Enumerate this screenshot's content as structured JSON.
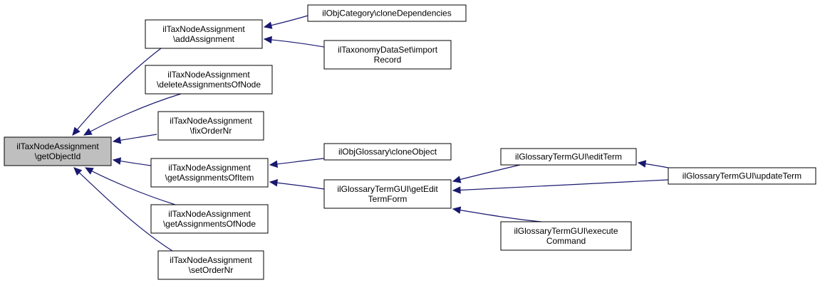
{
  "diagram": {
    "edge_color": "#191970",
    "focus_fill": "#bfbfbf",
    "nodes": [
      {
        "id": "getObjectId",
        "focus": true,
        "lines": [
          "ilTaxNodeAssignment",
          "\\getObjectId"
        ]
      },
      {
        "id": "addAssignment",
        "focus": false,
        "lines": [
          "ilTaxNodeAssignment",
          "\\addAssignment"
        ]
      },
      {
        "id": "deleteAssignmentsOfNode",
        "focus": false,
        "lines": [
          "ilTaxNodeAssignment",
          "\\deleteAssignmentsOfNode"
        ]
      },
      {
        "id": "fixOrderNr",
        "focus": false,
        "lines": [
          "ilTaxNodeAssignment",
          "\\fixOrderNr"
        ]
      },
      {
        "id": "getAssignmentsOfItem",
        "focus": false,
        "lines": [
          "ilTaxNodeAssignment",
          "\\getAssignmentsOfItem"
        ]
      },
      {
        "id": "getAssignmentsOfNode",
        "focus": false,
        "lines": [
          "ilTaxNodeAssignment",
          "\\getAssignmentsOfNode"
        ]
      },
      {
        "id": "setOrderNr",
        "focus": false,
        "lines": [
          "ilTaxNodeAssignment",
          "\\setOrderNr"
        ]
      },
      {
        "id": "cloneDependencies",
        "focus": false,
        "lines": [
          "ilObjCategory\\cloneDependencies"
        ]
      },
      {
        "id": "importRecord",
        "focus": false,
        "lines": [
          "ilTaxonomyDataSet\\import",
          "Record"
        ]
      },
      {
        "id": "cloneObject",
        "focus": false,
        "lines": [
          "ilObjGlossary\\cloneObject"
        ]
      },
      {
        "id": "getEditTermForm",
        "focus": false,
        "lines": [
          "ilGlossaryTermGUI\\getEdit",
          "TermForm"
        ]
      },
      {
        "id": "editTerm",
        "focus": false,
        "lines": [
          "ilGlossaryTermGUI\\editTerm"
        ]
      },
      {
        "id": "executeCommand",
        "focus": false,
        "lines": [
          "ilGlossaryTermGUI\\execute",
          "Command"
        ]
      },
      {
        "id": "updateTerm",
        "focus": false,
        "lines": [
          "ilGlossaryTermGUI\\updateTerm"
        ]
      }
    ],
    "edges": [
      {
        "from": "addAssignment",
        "to": "getObjectId"
      },
      {
        "from": "deleteAssignmentsOfNode",
        "to": "getObjectId"
      },
      {
        "from": "fixOrderNr",
        "to": "getObjectId"
      },
      {
        "from": "getAssignmentsOfItem",
        "to": "getObjectId"
      },
      {
        "from": "getAssignmentsOfNode",
        "to": "getObjectId"
      },
      {
        "from": "setOrderNr",
        "to": "getObjectId"
      },
      {
        "from": "cloneDependencies",
        "to": "addAssignment"
      },
      {
        "from": "importRecord",
        "to": "addAssignment"
      },
      {
        "from": "cloneObject",
        "to": "getAssignmentsOfItem"
      },
      {
        "from": "getEditTermForm",
        "to": "getAssignmentsOfItem"
      },
      {
        "from": "editTerm",
        "to": "getEditTermForm"
      },
      {
        "from": "updateTerm",
        "to": "getEditTermForm"
      },
      {
        "from": "executeCommand",
        "to": "getEditTermForm"
      },
      {
        "from": "updateTerm",
        "to": "editTerm"
      }
    ]
  }
}
